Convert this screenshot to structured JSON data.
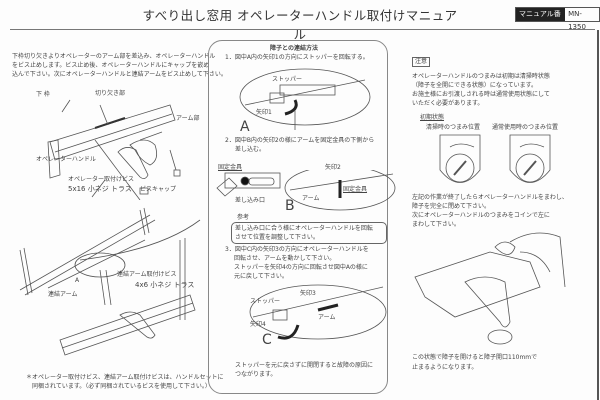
{
  "header": {
    "title": "すべり出し窓用 オペレーターハンドル取付けマニュアル",
    "manual_no_label": "マニュアル番号",
    "manual_no": "MN-1350"
  },
  "left": {
    "intro": [
      "下枠切り欠きよりオペレーターのアーム部を差込み、オペレーターハンドル",
      "をビス止めします。ビス止め後、オペレーターハンドルにキャップを嵌め",
      "込んで下さい。次にオペレーターハンドルと連結アームをビス止めして下さい。"
    ],
    "labels": {
      "notch": "切り欠き部",
      "bottom_frame": "下 枠",
      "arm": "アーム部",
      "operator_handle": "オペレーターハンドル",
      "operator_screw": "オペレーター取付けビス",
      "operator_screw_spec": "5x16 小ネジ トラス",
      "screw_cap": "ビスキャップ",
      "link_arm_screw": "連結アーム取付けビス",
      "link_arm_screw_spec": "4x6 小ネジ トラス",
      "link_arm": "連結アーム",
      "detail_a": "A"
    },
    "footnote": [
      "＊オペレーター取付けビス、連結アーム取付けビスは、ハンドルセットに",
      "同梱されています。（必ず同梱されているビスを使用して下さい。）"
    ]
  },
  "middle": {
    "heading": "障子との連結方法",
    "step1": "1．図中A内の矢印1の方向にストッパーを回転する。",
    "step1_labels": {
      "stopper": "ストッパー",
      "arrow": "矢印1",
      "mark": "A"
    },
    "step2": [
      "2．図中B内の矢印2の様にアームを固定金具の下側から",
      "差し込む。"
    ],
    "step2_labels": {
      "fixing": "固定金具",
      "slot": "差し込み口",
      "arrow": "矢印2",
      "fixing2": "固定金具",
      "arm": "アーム",
      "mark": "B"
    },
    "ref_label": "参考",
    "ref_text": [
      "差し込み口に合う様にオペレーターハンドルを回転",
      "させて位置を調整して下さい。"
    ],
    "step3": [
      "3．図中C内の矢印3の方向にオペレーターハンドルを",
      "回転させ、アームを動かして下さい。",
      "ストッパーを矢印4の方向に回転させ図中Aの様に",
      "元に戻して下さい。"
    ],
    "step3_labels": {
      "stopper": "ストッパー",
      "arrow3": "矢印3",
      "arm": "アーム",
      "arrow4": "矢印4",
      "mark": "C"
    },
    "warning": [
      "ストッパーを元に戻さずに開閉すると故障の原因に",
      "つながります。"
    ]
  },
  "right": {
    "caution_label": "注意",
    "caution": [
      "オペレーターハンドルのつまみは初期は清掃時状態",
      "（障子を全開にできる状態）になっています。",
      "お施主様にお引渡しされる時は通常使用状態にして",
      "いただく必要があります。"
    ],
    "initial_state": "初期状態",
    "knob_cleaning": "清掃時のつまみ位置",
    "knob_normal": "通常使用時のつまみ位置",
    "after": [
      "左記の作業が終了したらオペレーターハンドルをまわし、",
      "障子を完全に閉めて下さい。",
      "次にオペレーターハンドルのつまみをコインで左に",
      "まわして下さい。"
    ],
    "result": [
      "この状態で障子を開けると障子開口110mmで",
      "止まるようになります。"
    ]
  }
}
